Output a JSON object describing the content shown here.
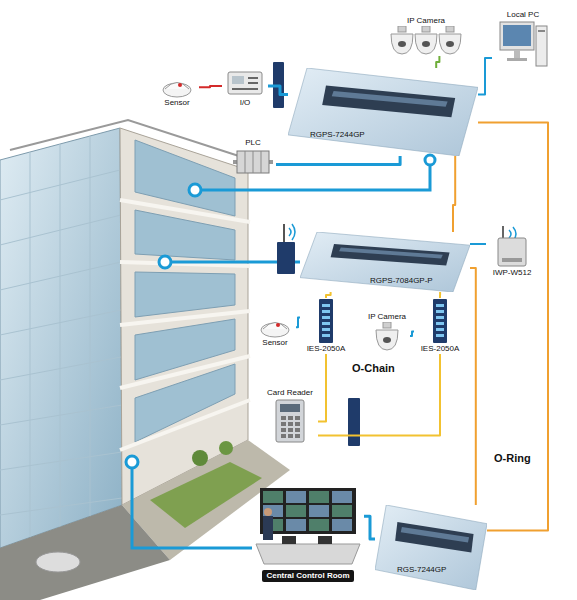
{
  "diagram": {
    "nodes": [
      {
        "text": [
          "Sensor"
        ]
      },
      {
        "text": [
          "I/O"
        ]
      },
      {
        "text": [
          "PLC"
        ]
      },
      {
        "text": [
          "RGPS-7244GP"
        ]
      },
      {
        "text": [
          "IP Camera"
        ]
      },
      {
        "text": [
          "Local PC"
        ]
      },
      {
        "text": [
          "RGPS-7084GP-P"
        ]
      },
      {
        "text": [
          "IWP-W512"
        ]
      },
      {
        "text": [
          "Sensor"
        ]
      },
      {
        "text": [
          "IES-2050A"
        ]
      },
      {
        "text": [
          "IP Camera"
        ]
      },
      {
        "text": [
          "IES-2050A"
        ]
      },
      {
        "text": [
          "Card Reader"
        ]
      },
      {
        "text": [
          "RGS-7244GP"
        ]
      },
      {
        "text": [
          "Central Control Room"
        ]
      }
    ],
    "edges": [
      {
        "from": 0,
        "to": 1,
        "arrow": "none"
      },
      {
        "from": 1,
        "to": 3,
        "arrow": "none"
      },
      {
        "from": 2,
        "to": 3,
        "arrow": "none"
      },
      {
        "from": 4,
        "to": 3,
        "arrow": "none"
      },
      {
        "from": 5,
        "to": 3,
        "arrow": "none"
      },
      {
        "from": 3,
        "to": 6,
        "arrow": "none"
      },
      {
        "from": 6,
        "to": 13,
        "arrow": "none"
      },
      {
        "from": 13,
        "to": 3,
        "arrow": "none"
      },
      {
        "from": 6,
        "to": 7,
        "arrow": "none"
      },
      {
        "from": 6,
        "to": 9,
        "arrow": "none"
      },
      {
        "from": 9,
        "to": 12,
        "arrow": "none"
      },
      {
        "from": 12,
        "to": 11,
        "arrow": "none"
      },
      {
        "from": 11,
        "to": 6,
        "arrow": "none"
      },
      {
        "from": 8,
        "to": 9,
        "arrow": "none"
      },
      {
        "from": 10,
        "to": 11,
        "arrow": "none"
      },
      {
        "from": 14,
        "to": 13,
        "arrow": "none"
      }
    ],
    "labels": [
      "O-Chain",
      "O-Ring"
    ]
  }
}
